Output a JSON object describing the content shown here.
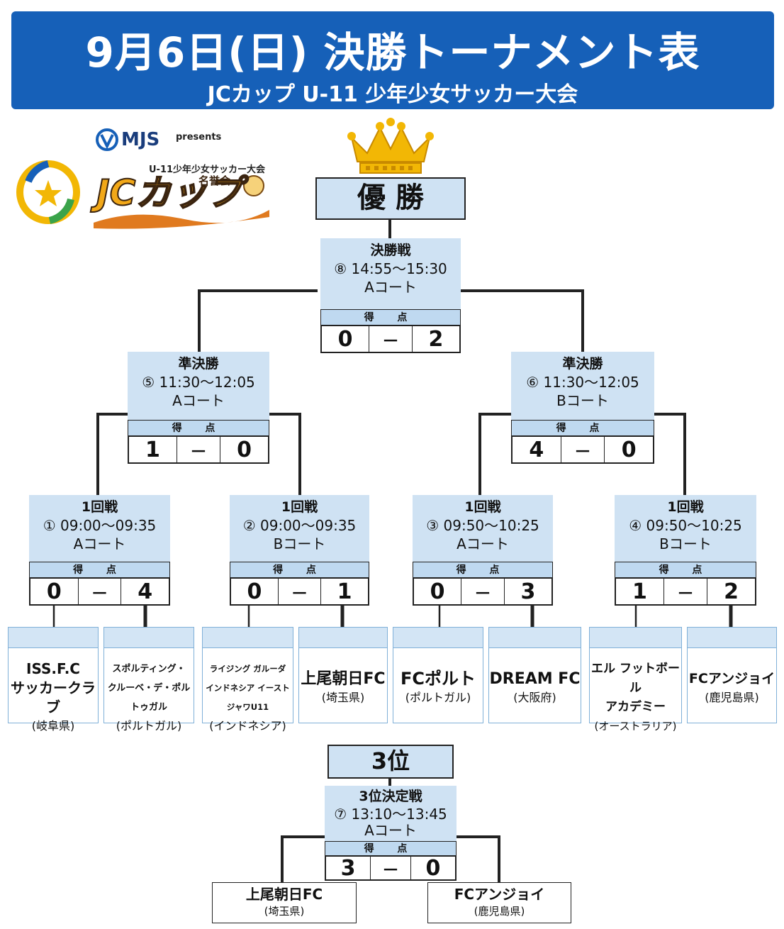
{
  "header": {
    "title": "9月6日(日) 決勝トーナメント表",
    "subtitle": "JCカップ U-11 少年少女サッカー大会"
  },
  "logos": {
    "sponsor": "MJS",
    "presents": "presents",
    "tagline": "U-11少年少女サッカー大会",
    "brand": "名誉会",
    "cup_mark": "JCカップ"
  },
  "champion_label": "優 勝",
  "third_label": "3位",
  "score_label": "得 点",
  "matches": {
    "final": {
      "title": "決勝戦",
      "time": "⑧ 14:55～15:30",
      "court": "Aコート",
      "left": "0",
      "dash": "－",
      "right": "2"
    },
    "sf5": {
      "title": "準決勝",
      "time": "⑤ 11:30～12:05",
      "court": "Aコート",
      "left": "1",
      "dash": "－",
      "right": "0"
    },
    "sf6": {
      "title": "準決勝",
      "time": "⑥ 11:30～12:05",
      "court": "Bコート",
      "left": "4",
      "dash": "－",
      "right": "0"
    },
    "r1": {
      "title": "1回戦",
      "time": "① 09:00～09:35",
      "court": "Aコート",
      "left": "0",
      "dash": "－",
      "right": "4"
    },
    "r2": {
      "title": "1回戦",
      "time": "② 09:00～09:35",
      "court": "Bコート",
      "left": "0",
      "dash": "－",
      "right": "1"
    },
    "r3": {
      "title": "1回戦",
      "time": "③ 09:50～10:25",
      "court": "Aコート",
      "left": "0",
      "dash": "－",
      "right": "3"
    },
    "r4": {
      "title": "1回戦",
      "time": "④ 09:50～10:25",
      "court": "Bコート",
      "left": "1",
      "dash": "－",
      "right": "2"
    },
    "third": {
      "title": "3位決定戦",
      "time": "⑦ 13:10～13:45",
      "court": "Aコート",
      "left": "3",
      "dash": "－",
      "right": "0"
    }
  },
  "teams": [
    {
      "name": "ISS.F.C\nサッカークラブ",
      "pref": "(岐阜県)"
    },
    {
      "name": "スポルティング・\nクルーベ・デ・ポルトゥガル",
      "pref": "(ポルトガル)"
    },
    {
      "name": "ライジング ガルーダ\nインドネシア イースト ジャワU11",
      "pref": "(インドネシア)"
    },
    {
      "name": "上尾朝日FC",
      "pref": "(埼玉県)"
    },
    {
      "name": "FCポルト",
      "pref": "(ポルトガル)"
    },
    {
      "name": "DREAM FC",
      "pref": "(大阪府)"
    },
    {
      "name": "エル フットボール\nアカデミー",
      "pref": "(オーストラリア)"
    },
    {
      "name": "FCアンジョイ",
      "pref": "(鹿児島県)"
    }
  ],
  "third_teams": [
    {
      "name": "上尾朝日FC",
      "pref": "(埼玉県)"
    },
    {
      "name": "FCアンジョイ",
      "pref": "(鹿児島県)"
    }
  ],
  "colors": {
    "header_bg": "#1660b8",
    "box_bg": "#cfe2f3",
    "crown": "#f2b705"
  }
}
